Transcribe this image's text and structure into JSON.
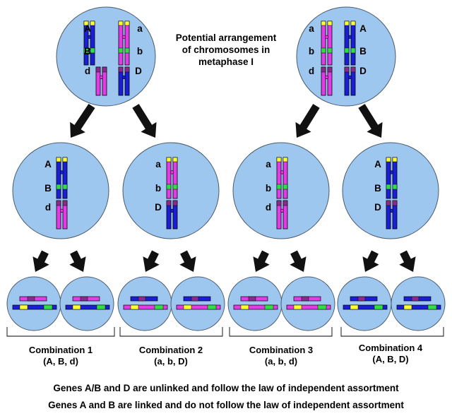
{
  "caption": {
    "line1": "Potential arrangement",
    "line2": "of chromosomes in",
    "line3": "metaphase I"
  },
  "colors": {
    "cell_fill": "#9dc7ef",
    "cell_stroke": "#4a5a6a",
    "chrom_blue": "#1a1fd6",
    "chrom_magenta": "#e33ce6",
    "band_yellow": "#ffff33",
    "band_green": "#33dd44",
    "band_purple": "#8a2a8a",
    "arrow": "#111111"
  },
  "alleles": {
    "A": "A",
    "a": "a",
    "B": "B",
    "b": "b",
    "D": "D",
    "d": "d"
  },
  "combinations": [
    {
      "title": "Combination 1",
      "genotype": "(A, B, d)"
    },
    {
      "title": "Combination 2",
      "genotype": "(a, b, D)"
    },
    {
      "title": "Combination 3",
      "genotype": "(a, b, d)"
    },
    {
      "title": "Combination 4",
      "genotype": "(A, B, D)"
    }
  ],
  "footer": {
    "line1": "Genes A/B and D are unlinked and follow the law of independent assortment",
    "line2": "Genes A and B are linked and do not follow the law of independent assortment"
  }
}
